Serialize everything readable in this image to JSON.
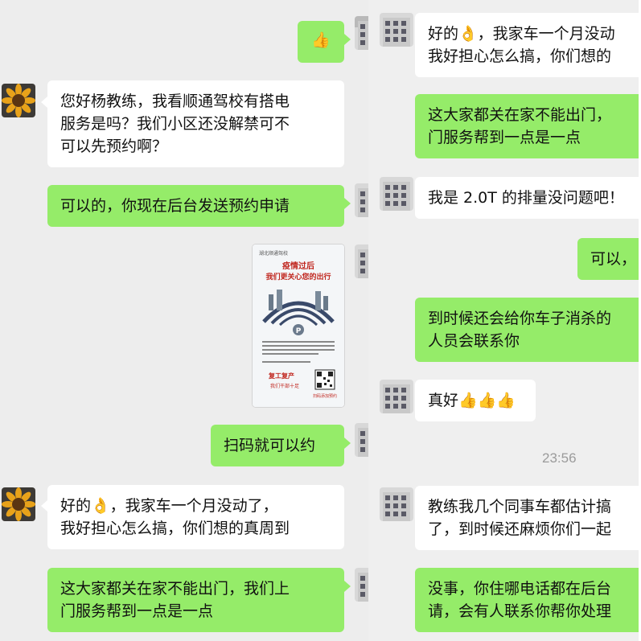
{
  "left_pane": {
    "messages": [
      {
        "side": "right",
        "kind": "emoji",
        "text": "👍"
      },
      {
        "side": "left",
        "kind": "text",
        "lines": [
          "您好杨教练，我看顺通驾校有搭电",
          "服务是吗？我们小区还没解禁可不",
          "可以先预约啊？"
        ]
      },
      {
        "side": "right",
        "kind": "text",
        "lines": [
          "可以的，你现在后台发送预约申请"
        ]
      },
      {
        "side": "right",
        "kind": "image",
        "poster": {
          "header": "湖北顺通驾校",
          "headline_1": "疫情过后",
          "headline_2": "我们更关心您的出行",
          "stamp_1": "复工复产",
          "stamp_2": "我们干部十足",
          "footer": "扫码添加预约"
        }
      },
      {
        "side": "right",
        "kind": "text",
        "lines": [
          "扫码就可以约"
        ]
      },
      {
        "side": "left",
        "kind": "text",
        "lines": [
          "好的👌，我家车一个月没动了，",
          "我好担心怎么搞，你们想的真周到"
        ]
      },
      {
        "side": "right",
        "kind": "text",
        "lines": [
          "这大家都关在家不能出门，我们上",
          "门服务帮到一点是一点"
        ]
      }
    ]
  },
  "right_pane": {
    "timestamp": "23:56",
    "messages": [
      {
        "side": "left",
        "kind": "text",
        "lines": [
          "好的👌，我家车一个月没动",
          "我好担心怎么搞，你们想的"
        ]
      },
      {
        "side": "right",
        "kind": "text",
        "lines": [
          "这大家都关在家不能出门，",
          "门服务帮到一点是一点"
        ]
      },
      {
        "side": "left",
        "kind": "text",
        "lines": [
          "我是 2.0T 的排量没问题吧！"
        ]
      },
      {
        "side": "right",
        "kind": "text",
        "lines": [
          "可以，"
        ]
      },
      {
        "side": "right",
        "kind": "text",
        "lines": [
          "到时候还会给你车子消杀的",
          "人员会联系你"
        ]
      },
      {
        "side": "left",
        "kind": "text",
        "lines": [
          "真好👍👍👍"
        ]
      },
      {
        "side": "left",
        "kind": "text",
        "lines": [
          "教练我几个同事车都估计搞",
          "了，到时候还麻烦你们一起"
        ]
      },
      {
        "side": "right",
        "kind": "text",
        "lines": [
          "没事，你住哪电话都在后台",
          "请，会有人联系你帮你处理"
        ]
      }
    ]
  },
  "colors": {
    "background": "#ededed",
    "green_bubble": "#95ec69",
    "white_bubble": "#ffffff",
    "timestamp": "#9b9b9b"
  }
}
